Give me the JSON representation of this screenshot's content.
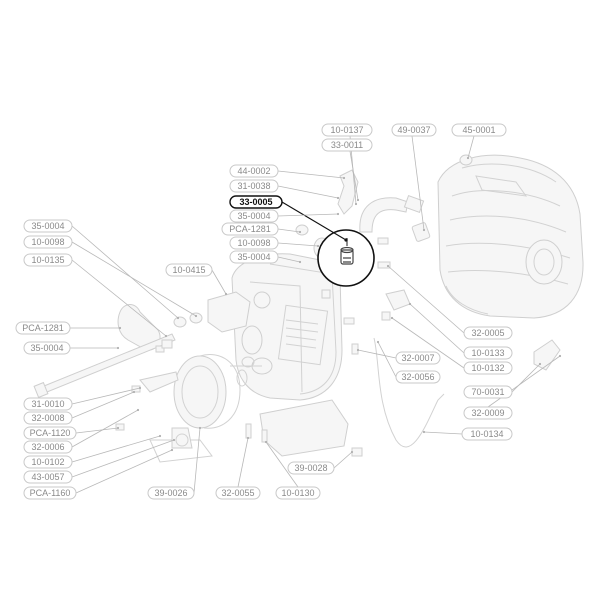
{
  "diagram": {
    "highlighted_part": "33-0005",
    "labels": [
      "10-0137",
      "49-0037",
      "45-0001",
      "33-0011",
      "44-0002",
      "31-0038",
      "33-0005",
      "35-0004",
      "PCA-1281",
      "10-0098",
      "35-0004",
      "35-0004",
      "10-0098",
      "10-0135",
      "10-0415",
      "PCA-1281",
      "35-0004",
      "32-0005",
      "10-0133",
      "10-0132",
      "32-0007",
      "32-0056",
      "70-0031",
      "32-0009",
      "10-0134",
      "31-0010",
      "32-0008",
      "PCA-1120",
      "32-0006",
      "10-0102",
      "43-0057",
      "PCA-1160",
      "39-0028",
      "39-0026",
      "32-0055",
      "10-0130"
    ]
  }
}
